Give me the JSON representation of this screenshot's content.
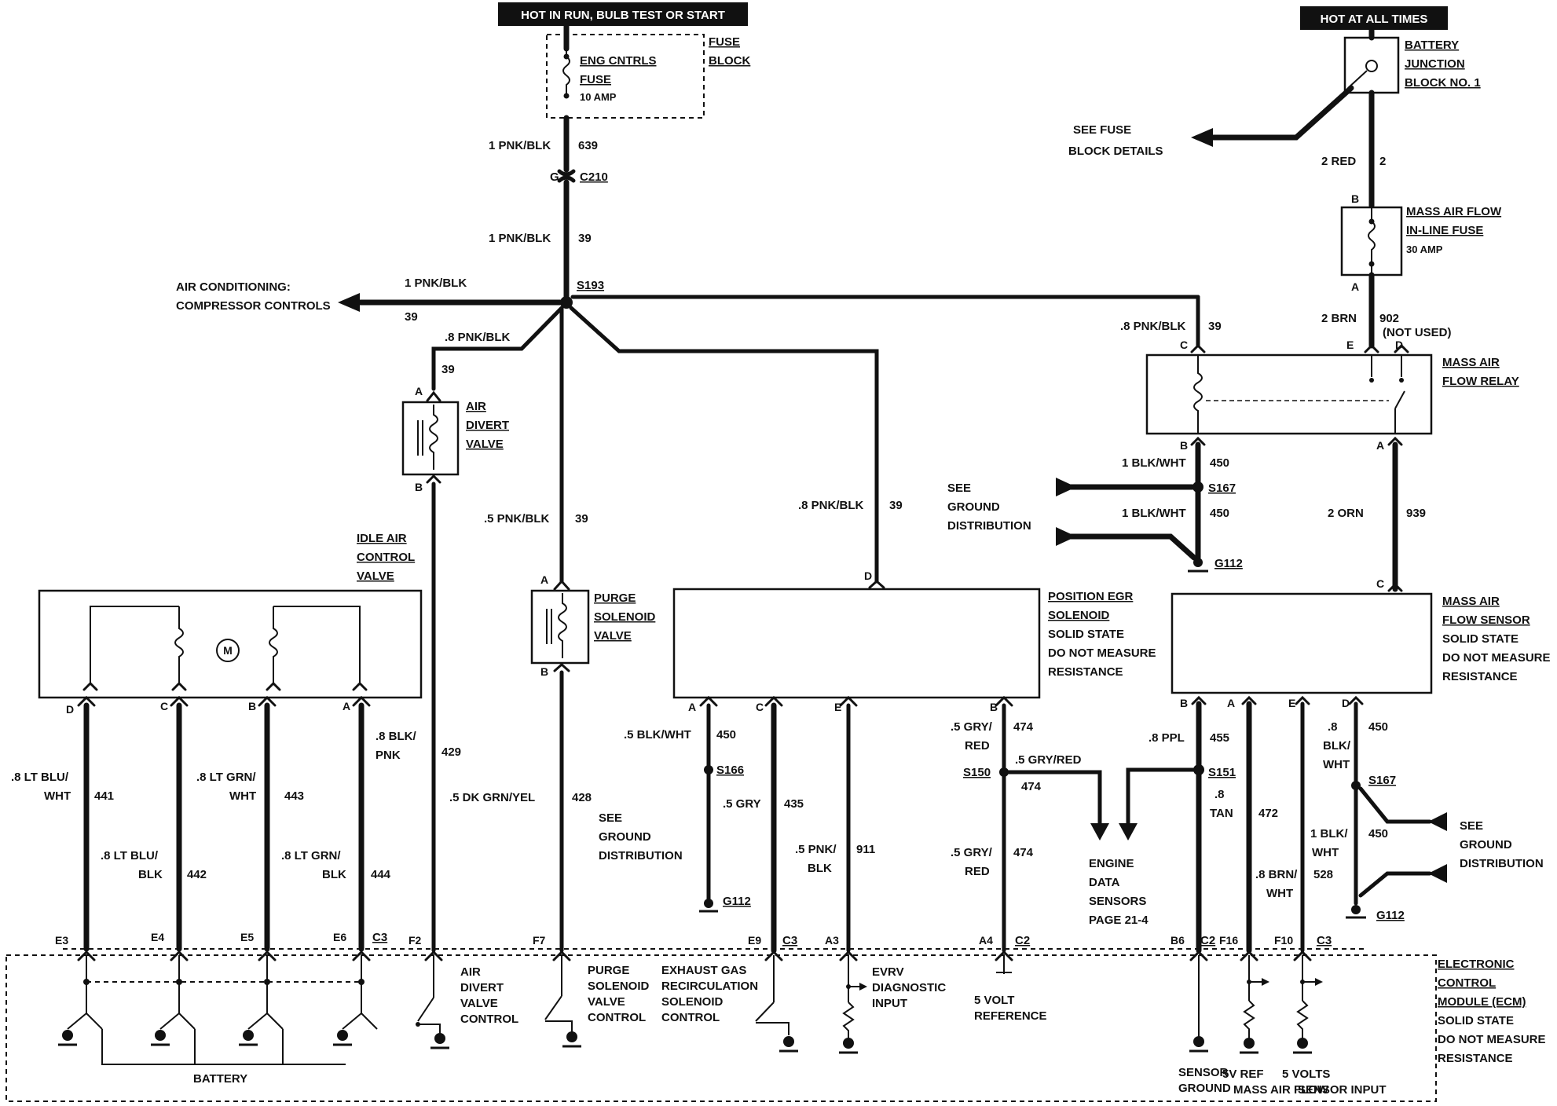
{
  "headers": {
    "run_hot": "HOT IN RUN, BULB TEST OR START",
    "always_hot": "HOT AT ALL TIMES"
  },
  "fuse_block": {
    "title_1": "FUSE",
    "title_2": "BLOCK",
    "fuse_name_1": "ENG CNTRLS",
    "fuse_name_2": "FUSE",
    "rating": "10 AMP"
  },
  "battery_junction": {
    "line1": "BATTERY",
    "line2": "JUNCTION",
    "line3": "BLOCK NO. 1",
    "see_1": "SEE FUSE",
    "see_2": "BLOCK DETAILS"
  },
  "maf_fuse": {
    "line1": "MASS AIR FLOW",
    "line2": "IN-LINE FUSE",
    "rating": "30 AMP"
  },
  "maf_relay": {
    "line1": "MASS AIR",
    "line2": "FLOW RELAY"
  },
  "maf_sensor": {
    "line1": "MASS AIR",
    "line2": "FLOW SENSOR",
    "line3": "SOLID STATE",
    "line4": "DO NOT MEASURE",
    "line5": "RESISTANCE"
  },
  "egr": {
    "line1": "POSITION EGR",
    "line2": "SOLENOID",
    "line3": "SOLID STATE",
    "line4": "DO NOT MEASURE",
    "line5": "RESISTANCE"
  },
  "air_divert": {
    "line1": "AIR",
    "line2": "DIVERT",
    "line3": "VALVE"
  },
  "purge": {
    "line1": "PURGE",
    "line2": "SOLENOID",
    "line3": "VALVE"
  },
  "iac": {
    "line1": "IDLE AIR",
    "line2": "CONTROL",
    "line3": "VALVE",
    "motor": "M"
  },
  "ac": {
    "line1": "AIR CONDITIONING:",
    "line2": "COMPRESSOR CONTROLS",
    "wire": "1 PNK/BLK",
    "circuit": "39"
  },
  "ground_dist": {
    "line1": "SEE",
    "line2": "GROUND",
    "line3": "DISTRIBUTION"
  },
  "engine_data": {
    "line1": "ENGINE",
    "line2": "DATA",
    "line3": "SENSORS",
    "line4": "PAGE 21-4"
  },
  "ecm": {
    "line1": "ELECTRONIC",
    "line2": "CONTROL",
    "line3": "MODULE (ECM)",
    "line4": "SOLID STATE",
    "line5": "DO NOT MEASURE",
    "line6": "RESISTANCE",
    "battery": "BATTERY",
    "air_divert_1": "AIR",
    "air_divert_2": "DIVERT",
    "air_divert_3": "VALVE",
    "air_divert_4": "CONTROL",
    "purge_1": "PURGE",
    "purge_2": "SOLENOID",
    "purge_3": "VALVE",
    "purge_4": "CONTROL",
    "egr_1": "EXHAUST GAS",
    "egr_2": "RECIRCULATION",
    "egr_3": "SOLENOID",
    "egr_4": "CONTROL",
    "evrv_1": "EVRV",
    "evrv_2": "DIAGNOSTIC",
    "evrv_3": "INPUT",
    "ref_1": "5 VOLT",
    "ref_2": "REFERENCE",
    "sg_1": "SENSOR",
    "sg_2": "GROUND",
    "vref_1": "5V REF",
    "vref_2": "MASS AIR FLOW",
    "v5_1": "5 VOLTS",
    "v5_2": "SENSOR INPUT"
  },
  "labels": {
    "w639": "1 PNK/BLK",
    "c639": "639",
    "c210_g": "G",
    "c210": "C210",
    "w39a": "1 PNK/BLK",
    "c39a": "39",
    "s193": "S193",
    "w_ad": ".8 PNK/BLK",
    "c_ad": "39",
    "w_pg": ".5 PNK/BLK",
    "c_pg": "39",
    "w_egr": ".8 PNK/BLK",
    "c_egr": "39",
    "w_relay": ".8 PNK/BLK",
    "c_relay": "39",
    "w_red": "2 RED",
    "c_red": "2",
    "w_brn": "2 BRN",
    "c_brn": "902",
    "not_used": "(NOT USED)",
    "w_bw1": "1 BLK/WHT",
    "c_bw1": "450",
    "s167": "S167",
    "w_bw2": "1 BLK/WHT",
    "c_bw2": "450",
    "g112": "G112",
    "w_orn": "2 ORN",
    "c_orn": "939",
    "w441a": ".8 LT BLU/",
    "w441b": "WHT",
    "c441": "441",
    "w442a": ".8 LT BLU/",
    "w442b": "BLK",
    "c442": "442",
    "w443a": ".8 LT GRN/",
    "w443b": "WHT",
    "c443": "443",
    "w444a": ".8 LT GRN/",
    "w444b": "BLK",
    "c444": "444",
    "w429a": ".8 BLK/",
    "w429b": "PNK",
    "c429": "429",
    "w428": ".5 DK GRN/YEL",
    "c428": "428",
    "w450a": ".5 BLK/WHT",
    "c450a": "450",
    "s166": "S166",
    "w435": ".5 GRY",
    "c435": "435",
    "w911a": ".5 PNK/",
    "w911b": "BLK",
    "c911": "911",
    "w474a": ".5 GRY/",
    "w474b": "RED",
    "c474a": "474",
    "s150": "S150",
    "w474c": ".5 GRY/RED",
    "c474b": "474",
    "w474d": ".5 GRY/",
    "w474e": "RED",
    "c474c": "474",
    "w455": ".8 PPL",
    "c455": "455",
    "s151": "S151",
    "w_tan_a": ".8",
    "w_tan_b": "TAN",
    "c472": "472",
    "w528a": ".8 BRN/",
    "w528b": "WHT",
    "c528": "528",
    "w450d_a": ".8",
    "w450d_b": "BLK/",
    "w450d_c": "WHT",
    "c450d": "450",
    "w450e_a": "1 BLK/",
    "w450e_b": "WHT",
    "c450e": "450"
  },
  "pins": {
    "ad_a": "A",
    "ad_b": "B",
    "pg_a": "A",
    "pg_b": "B",
    "egr_d": "D",
    "egr_a": "A",
    "egr_c": "C",
    "egr_e": "E",
    "egr_b": "B",
    "iac_d": "D",
    "iac_c": "C",
    "iac_b": "B",
    "iac_a": "A",
    "mf_b": "B",
    "mf_a": "A",
    "rl_c": "C",
    "rl_e": "E",
    "rl_d": "D",
    "rl_b": "B",
    "rl_a": "A",
    "ms_c": "C",
    "ms_b": "B",
    "ms_a": "A",
    "ms_e": "E",
    "ms_d": "D",
    "ecm_e3": "E3",
    "ecm_e4": "E4",
    "ecm_e5": "E5",
    "ecm_e6": "E6",
    "ecm_c3a": "C3",
    "ecm_f2": "F2",
    "ecm_f7": "F7",
    "ecm_e9": "E9",
    "ecm_c3b": "C3",
    "ecm_a3": "A3",
    "ecm_a4": "A4",
    "ecm_c2a": "C2",
    "ecm_b6": "B6",
    "ecm_c2b": "C2",
    "ecm_f16": "F16",
    "ecm_f10": "F10",
    "ecm_c3c": "C3"
  }
}
